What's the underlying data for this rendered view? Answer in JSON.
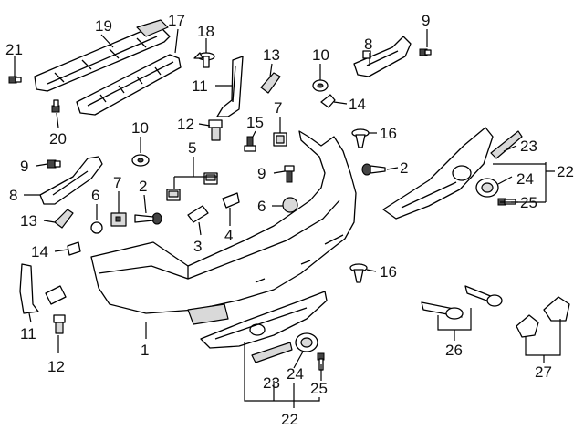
{
  "callouts": [
    {
      "id": "c21a",
      "text": "21"
    },
    {
      "id": "c19",
      "text": "19"
    },
    {
      "id": "c17",
      "text": "17"
    },
    {
      "id": "c18",
      "text": "18"
    },
    {
      "id": "c20",
      "text": "20"
    },
    {
      "id": "c13a",
      "text": "13"
    },
    {
      "id": "c10a",
      "text": "10"
    },
    {
      "id": "c8a",
      "text": "8"
    },
    {
      "id": "c9a",
      "text": "9"
    },
    {
      "id": "c11a",
      "text": "11"
    },
    {
      "id": "c14a",
      "text": "14"
    },
    {
      "id": "c7a",
      "text": "7"
    },
    {
      "id": "c12a",
      "text": "12"
    },
    {
      "id": "c15",
      "text": "15"
    },
    {
      "id": "c16a",
      "text": "16"
    },
    {
      "id": "c10b",
      "text": "10"
    },
    {
      "id": "c5",
      "text": "5"
    },
    {
      "id": "c9b",
      "text": "9"
    },
    {
      "id": "c2a",
      "text": "2"
    },
    {
      "id": "c23a",
      "text": "23"
    },
    {
      "id": "c22a",
      "text": "22"
    },
    {
      "id": "c24a",
      "text": "24"
    },
    {
      "id": "c25a",
      "text": "25"
    },
    {
      "id": "c9c",
      "text": "9"
    },
    {
      "id": "c8b",
      "text": "8"
    },
    {
      "id": "c6a",
      "text": "6"
    },
    {
      "id": "c7b",
      "text": "7"
    },
    {
      "id": "c2b",
      "text": "2"
    },
    {
      "id": "c6b",
      "text": "6"
    },
    {
      "id": "c13b",
      "text": "13"
    },
    {
      "id": "c3",
      "text": "3"
    },
    {
      "id": "c4",
      "text": "4"
    },
    {
      "id": "c14b",
      "text": "14"
    },
    {
      "id": "c16b",
      "text": "16"
    },
    {
      "id": "c11b",
      "text": "11"
    },
    {
      "id": "c1",
      "text": "1"
    },
    {
      "id": "c12b",
      "text": "12"
    },
    {
      "id": "c26",
      "text": "26"
    },
    {
      "id": "c27",
      "text": "27"
    },
    {
      "id": "c23b",
      "text": "23"
    },
    {
      "id": "c24b",
      "text": "24"
    },
    {
      "id": "c25b",
      "text": "25"
    },
    {
      "id": "c22b",
      "text": "22"
    }
  ]
}
